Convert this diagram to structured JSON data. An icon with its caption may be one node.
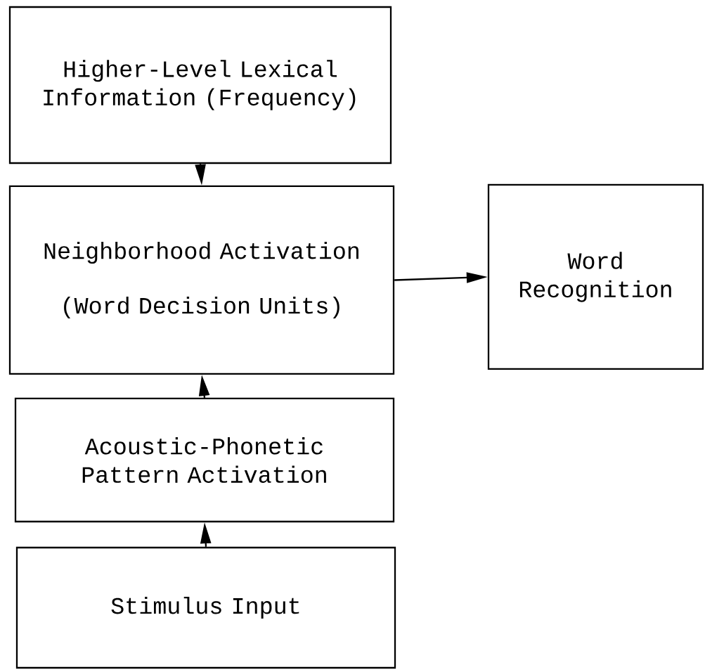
{
  "diagram": {
    "nodes": [
      {
        "text": [
          "Higher-Level Lexical Information (Frequency)"
        ]
      },
      {
        "text": [
          "Neighborhood Activation",
          "(Word Decision Units)"
        ]
      },
      {
        "text": [
          "Word Recognition"
        ]
      },
      {
        "text": [
          "Acoustic-Phonetic Pattern Activation"
        ]
      },
      {
        "text": [
          "Stimulus Input"
        ]
      }
    ],
    "edges": [
      {
        "from": 0,
        "to": 1,
        "arrow": "to"
      },
      {
        "from": 1,
        "to": 2,
        "arrow": "to"
      },
      {
        "from": 3,
        "to": 1,
        "arrow": "to"
      },
      {
        "from": 4,
        "to": 3,
        "arrow": "to"
      }
    ]
  }
}
